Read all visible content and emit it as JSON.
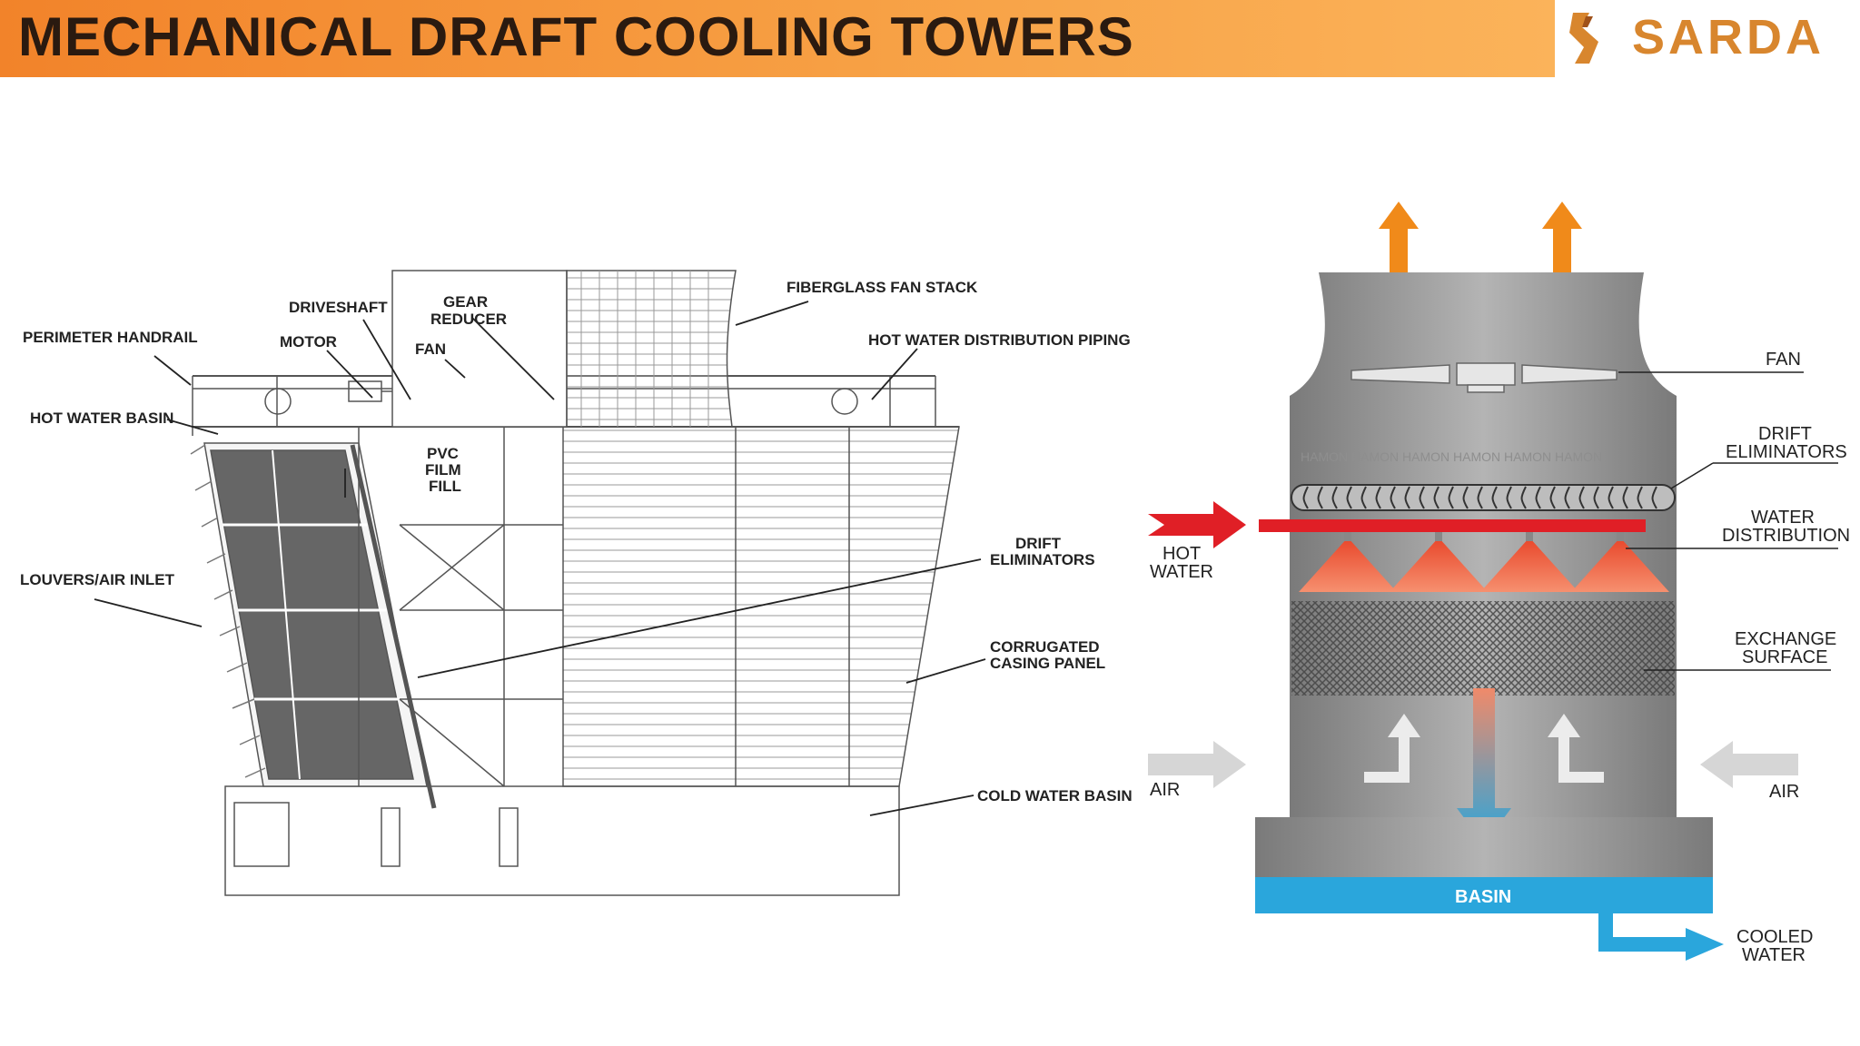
{
  "header": {
    "title": "MECHANICAL DRAFT COOLING TOWERS"
  },
  "logo": {
    "text": "SARDA",
    "color": "#d8862e"
  },
  "left_diagram": {
    "labels": {
      "perimeter_handrail": "PERIMETER HANDRAIL",
      "motor": "MOTOR",
      "driveshaft": "DRIVESHAFT",
      "gear_reducer_1": "GEAR",
      "gear_reducer_2": "REDUCER",
      "fan": "FAN",
      "fiberglass_fan_stack": "FIBERGLASS FAN STACK",
      "hot_water_distribution_piping": "HOT WATER DISTRIBUTION PIPING",
      "hot_water_basin": "HOT WATER BASIN",
      "pvc_1": "PVC",
      "pvc_2": "FILM",
      "pvc_3": "FILL",
      "louvers_air_inlet": "LOUVERS/AIR INLET",
      "drift_eliminators_1": "DRIFT",
      "drift_eliminators_2": "ELIMINATORS",
      "corrugated_1": "CORRUGATED",
      "corrugated_2": "CASING PANEL",
      "cold_water_basin": "COLD WATER BASIN"
    }
  },
  "right_diagram": {
    "labels": {
      "fan": "FAN",
      "drift_1": "DRIFT",
      "drift_2": "ELIMINATORS",
      "water_dist_1": "WATER",
      "water_dist_2": "DISTRIBUTION",
      "exchange_1": "EXCHANGE",
      "exchange_2": "SURFACE",
      "hot_water_1": "HOT",
      "hot_water_2": "WATER",
      "air_left": "AIR",
      "air_right": "AIR",
      "basin": "BASIN",
      "cooled_1": "COOLED",
      "cooled_2": "WATER",
      "eliminator_text": "HAMON HAMON HAMON HAMON HAMON HAMON"
    },
    "colors": {
      "hot": "#e01f26",
      "cold": "#2aa6dc",
      "exhaust": "#f08a1a",
      "air": "#d6d6d6"
    }
  }
}
